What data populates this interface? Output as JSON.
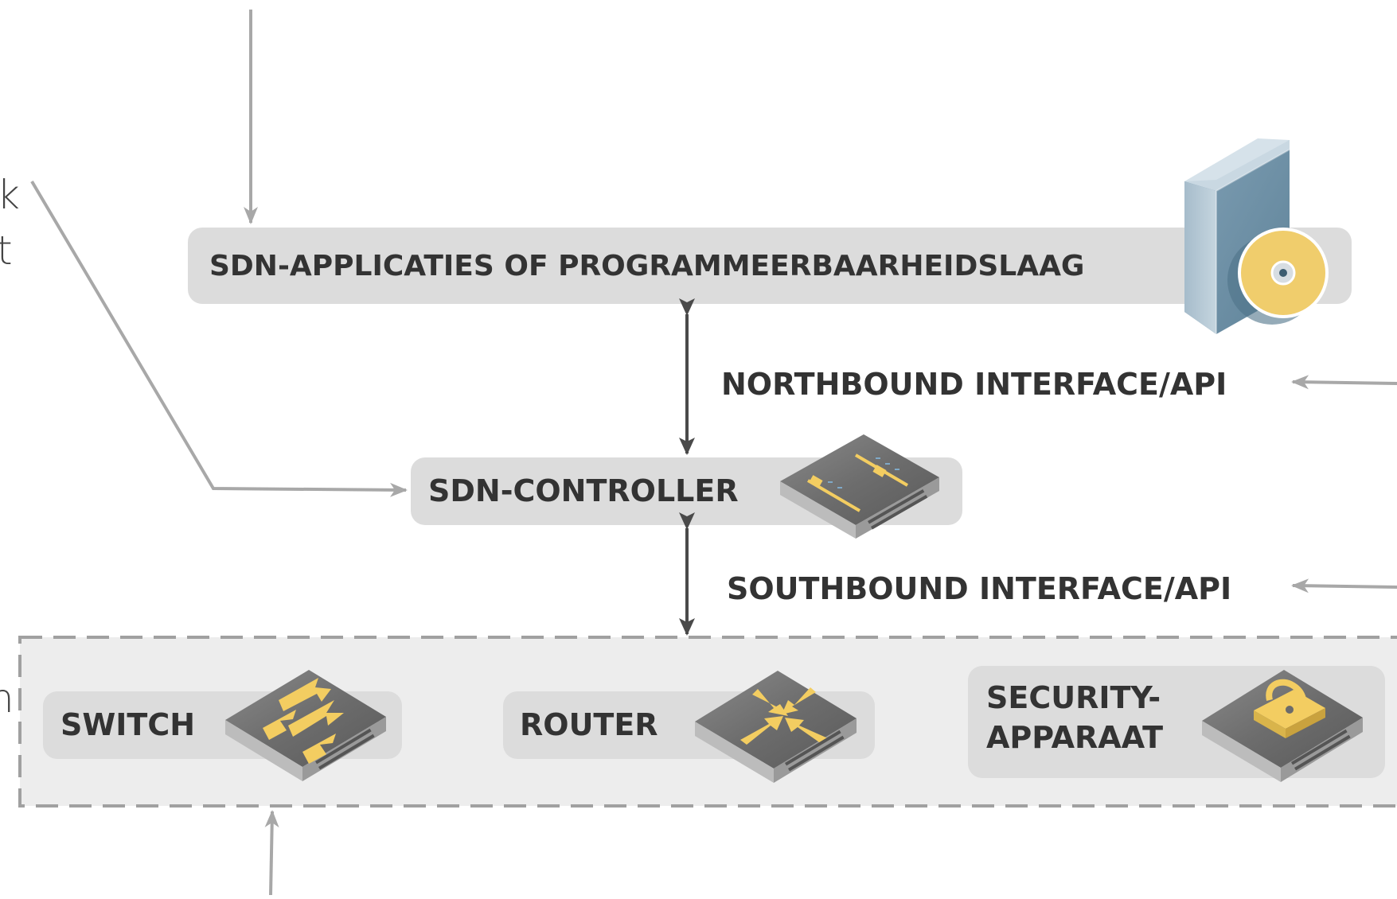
{
  "layers": {
    "app_label": "SDN-APPLICATIES OF PROGRAMMEERBAARHEIDSLAAG",
    "controller_label": "SDN-CONTROLLER",
    "infrastructure": {
      "switch_label": "SWITCH",
      "router_label": "ROUTER",
      "security_label_line1": "SECURITY-",
      "security_label_line2": "APPARAAT"
    }
  },
  "interfaces": {
    "northbound": "NORTHBOUND INTERFACE/API",
    "southbound": "SOUTHBOUND INTERFACE/API"
  },
  "edge_fragments": {
    "left_k": "k",
    "left_t": "t",
    "left_n": "n"
  },
  "icons": [
    "software-box-cd-icon",
    "controller-device-icon",
    "switch-device-icon",
    "router-device-icon",
    "security-lock-device-icon"
  ],
  "colors": {
    "layer_bg": "#dcdcdc",
    "infra_bg": "#ededed",
    "accent_yellow": "#f3cd61",
    "arrow_dark": "#4a4a4a",
    "arrow_light": "#a8a8a8"
  }
}
